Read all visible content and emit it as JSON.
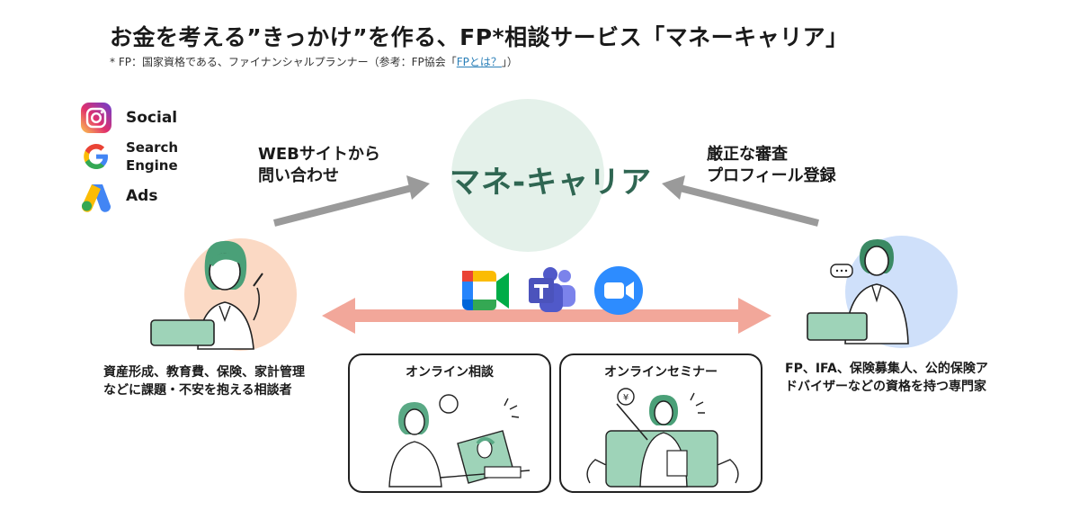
{
  "header": {
    "title": "お金を考える”きっかけ”を作る、FP*相談サービス「マネーキャリア」",
    "footnote_prefix": "* FP：国家資格である、ファイナンシャルプランナー（参考：FP協会「",
    "footnote_link": "FPとは？",
    "footnote_suffix": "」）"
  },
  "ad_channels": [
    {
      "label": "Social",
      "icon": "instagram-icon"
    },
    {
      "label": "Search\nEngine",
      "icon": "google-icon"
    },
    {
      "label": "Ads",
      "icon": "google-ads-icon"
    }
  ],
  "center": {
    "brand": "マネ-キャリア"
  },
  "flows": {
    "left_label_line1": "WEBサイトから",
    "left_label_line2": "問い合わせ",
    "right_label_line1": "厳正な審査",
    "right_label_line2": "プロフィール登録"
  },
  "consulter": {
    "line1": "資産形成、教育費、保険、家計管理",
    "line2": "などに課題・不安を抱える相談者"
  },
  "expert": {
    "line1": "FP、IFA、保険募集人、公的保険ア",
    "line2": "ドバイザーなどの資格を持つ専門家"
  },
  "tools": [
    "google-meet-icon",
    "microsoft-teams-icon",
    "zoom-icon"
  ],
  "services": [
    {
      "title": "オンライン相談"
    },
    {
      "title": "オンラインセミナー"
    }
  ],
  "colors": {
    "brand_green": "#2f6652",
    "center_circle": "#e4f1ea",
    "arrow_gray": "#9a9a9a",
    "bidirectional_arrow": "#f2a79a",
    "consulter_circle": "#fbd9c4",
    "expert_circle": "#cfe0fa"
  }
}
